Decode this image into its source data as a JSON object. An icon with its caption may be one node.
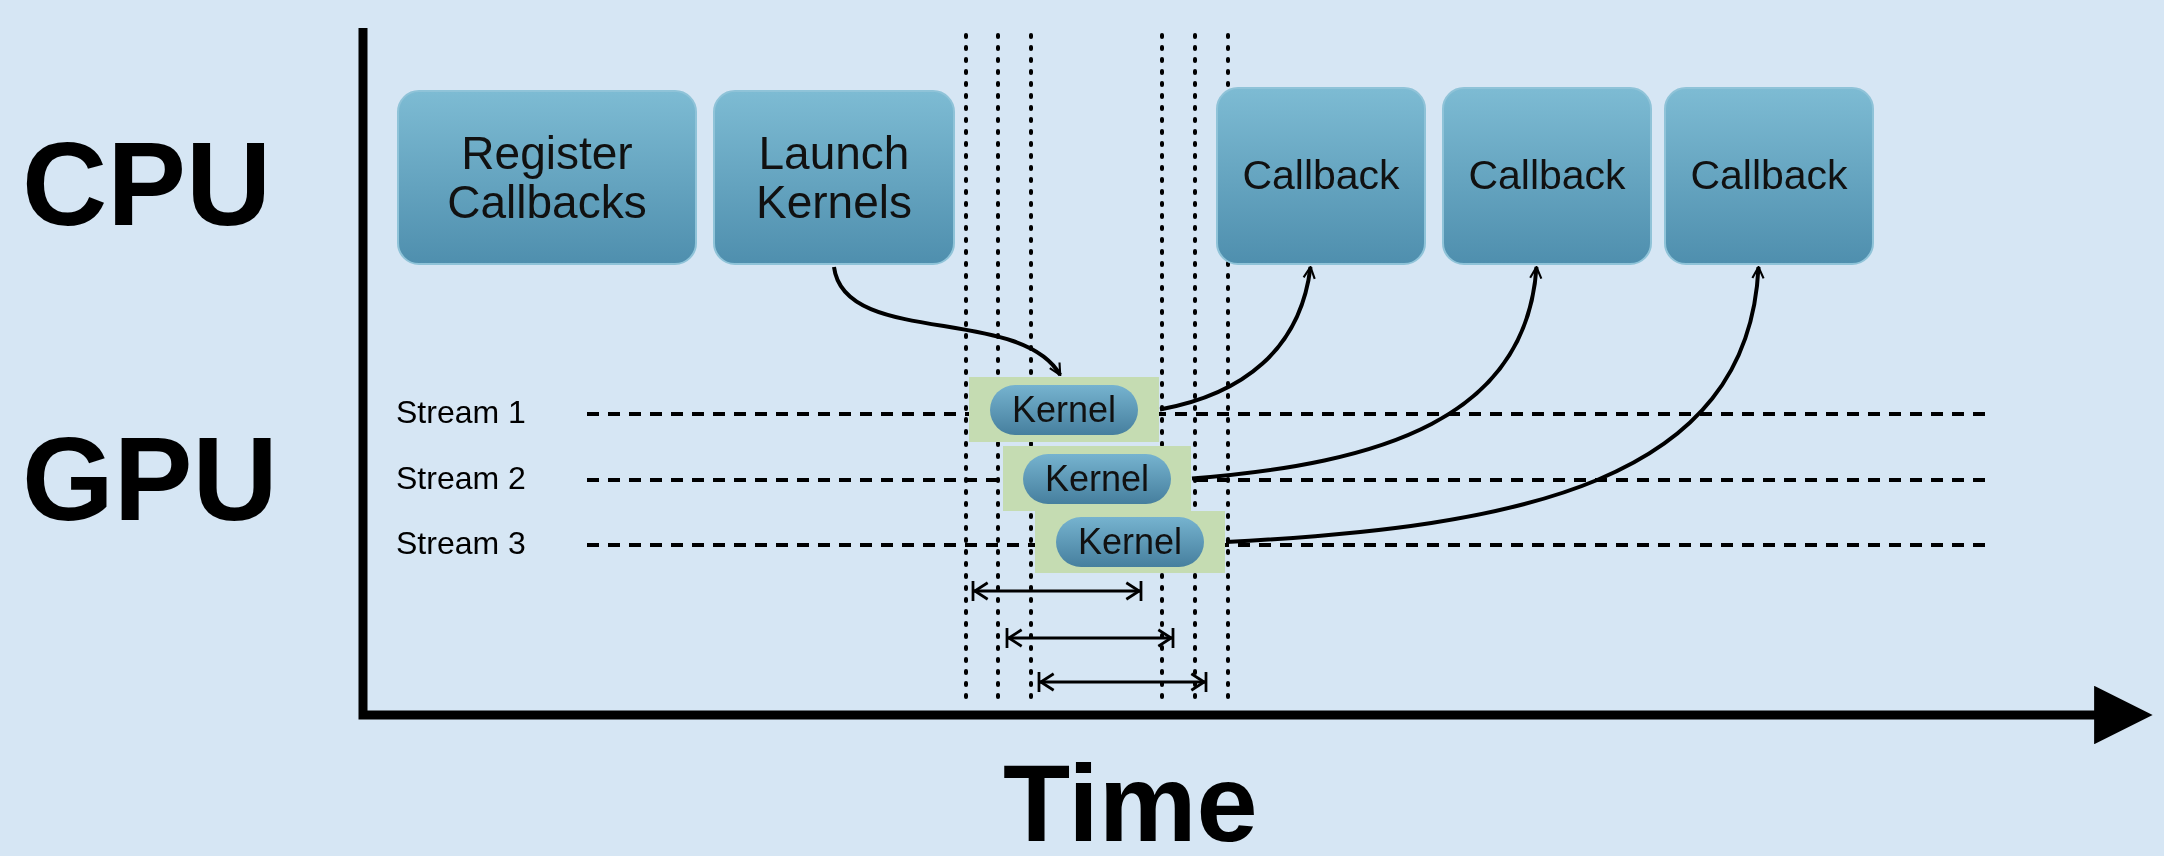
{
  "diagram": {
    "nodes": [
      {
        "text": [
          "Register Callbacks"
        ]
      },
      {
        "text": [
          "Launch Kernels"
        ]
      },
      {
        "text": [
          "Callback"
        ]
      },
      {
        "text": [
          "Callback"
        ]
      },
      {
        "text": [
          "Callback"
        ]
      },
      {
        "text": [
          "Kernel"
        ]
      },
      {
        "text": [
          "Kernel"
        ]
      },
      {
        "text": [
          "Kernel"
        ]
      }
    ],
    "edges": [
      {
        "from": 1,
        "to": 5,
        "arrow": "to"
      },
      {
        "from": 5,
        "to": 2,
        "arrow": "to"
      },
      {
        "from": 6,
        "to": 3,
        "arrow": "to"
      },
      {
        "from": 7,
        "to": 4,
        "arrow": "to"
      }
    ],
    "labels": [
      "CPU",
      "GPU",
      "Stream 1",
      "Stream 2",
      "Stream 3",
      "Time"
    ]
  }
}
